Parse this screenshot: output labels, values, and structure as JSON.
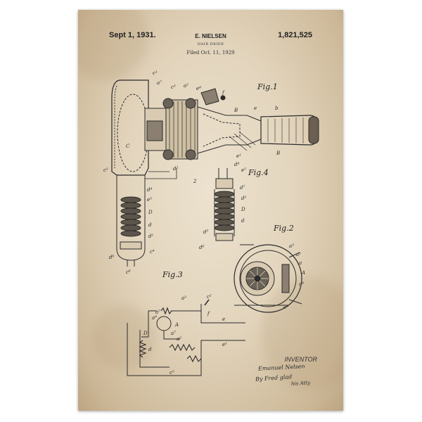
{
  "patent": {
    "date": "Sept 1, 1931.",
    "inventor": "E. NIELSEN",
    "title": "HAIR DRIER",
    "filed": "Filed Oct. 11, 1929",
    "number": "1,821,525"
  },
  "figures": {
    "fig1": "Fig.1",
    "fig2": "Fig.2",
    "fig3": "Fig.3",
    "fig4": "Fig.4"
  },
  "footer": {
    "inventor_label": "INVENTOR",
    "signature_name": "Emanuel Nelsen",
    "signature_by": "By Fred glad",
    "signature_atty": "his Atty"
  }
}
